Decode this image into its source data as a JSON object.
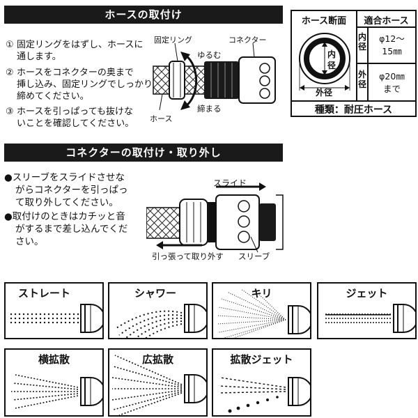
{
  "section1": {
    "title": "ホースの取付け",
    "steps": [
      {
        "num": "①",
        "lines": [
          "固定リングをはずし、ホースに",
          "通します。"
        ]
      },
      {
        "num": "②",
        "lines": [
          "ホースをコネクターの奥まで",
          "挿し込み、固定リングでしっかり",
          "締めてください。"
        ]
      },
      {
        "num": "③",
        "lines": [
          "ホースを引っぱっても抜けな",
          "いことを確認してください。"
        ]
      }
    ],
    "callouts": {
      "ring": "固定リング",
      "connector": "コネクター",
      "loosen": "ゆるむ",
      "tighten": "締まる",
      "hose": "ホース"
    }
  },
  "spec": {
    "cross_section_title": "ホース断面",
    "inner_label": "内径",
    "outer_label": "外径",
    "fit_title": "適合ホース",
    "inner_short": "内径",
    "inner_value_1": "φ12～",
    "inner_value_2": "15㎜",
    "outer_short": "外径",
    "outer_value_1": "φ20㎜",
    "outer_value_2": "まで",
    "type_label": "種類：耐圧ホース"
  },
  "section2": {
    "title": "コネクターの取付け・取り外し",
    "bullets": [
      [
        "スリーブをスライドさせな",
        "がらコネクターを引っぱっ",
        "て取り外してください。"
      ],
      [
        "取付けのときはカチッと音",
        "がするまで差し込んでくだ",
        "さい。"
      ]
    ],
    "callouts": {
      "slide": "スライド",
      "pull": "引っ張って取り外す",
      "sleeve": "スリーブ"
    }
  },
  "patterns": [
    "ストレート",
    "シャワー",
    "キリ",
    "ジェット",
    "横拡散",
    "広拡散",
    "拡散ジェット"
  ]
}
